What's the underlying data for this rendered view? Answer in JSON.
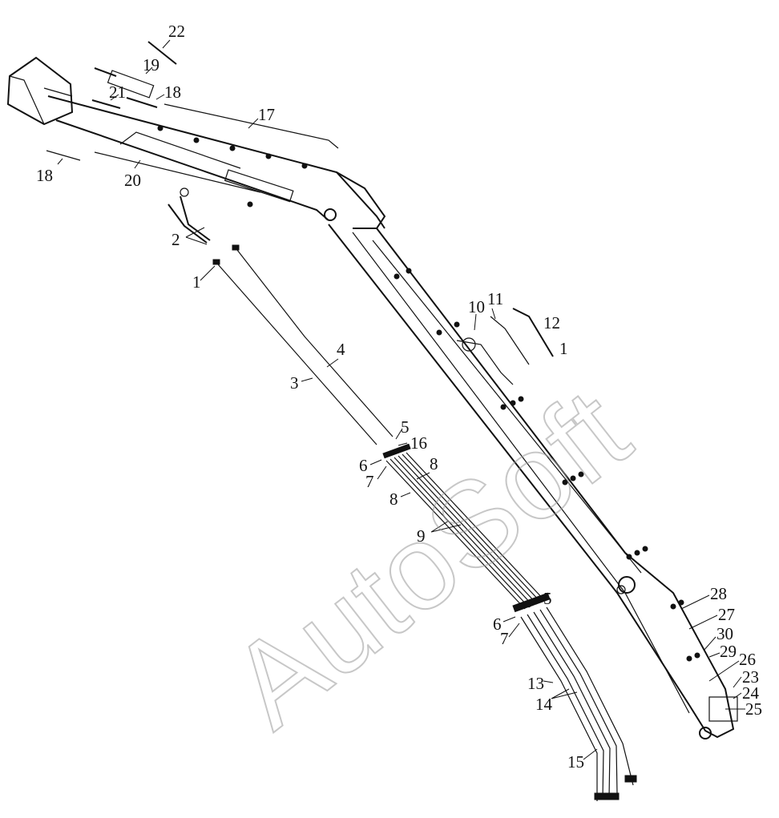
{
  "watermark": "AutoSoft",
  "labels": [
    {
      "text": "22"
    },
    {
      "text": "19"
    },
    {
      "text": "18"
    },
    {
      "text": "21"
    },
    {
      "text": "17"
    },
    {
      "text": "18"
    },
    {
      "text": "20"
    },
    {
      "text": "2"
    },
    {
      "text": "1"
    },
    {
      "text": "4"
    },
    {
      "text": "3"
    },
    {
      "text": "10"
    },
    {
      "text": "11"
    },
    {
      "text": "12"
    },
    {
      "text": "1"
    },
    {
      "text": "5"
    },
    {
      "text": "16"
    },
    {
      "text": "6"
    },
    {
      "text": "7"
    },
    {
      "text": "8"
    },
    {
      "text": "8"
    },
    {
      "text": "9"
    },
    {
      "text": "5"
    },
    {
      "text": "6"
    },
    {
      "text": "7"
    },
    {
      "text": "13"
    },
    {
      "text": "14"
    },
    {
      "text": "15"
    },
    {
      "text": "28"
    },
    {
      "text": "27"
    },
    {
      "text": "30"
    },
    {
      "text": "29"
    },
    {
      "text": "26"
    },
    {
      "text": "23"
    },
    {
      "text": "24"
    },
    {
      "text": "25"
    }
  ]
}
